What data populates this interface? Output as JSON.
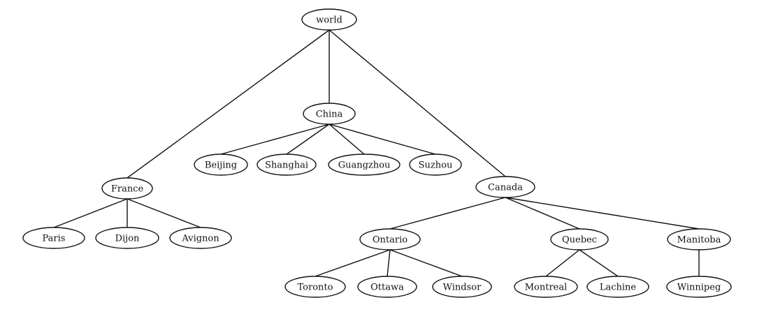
{
  "tree": {
    "nodes": [
      {
        "id": "world",
        "label": "world"
      },
      {
        "id": "china",
        "label": "China",
        "parent": "world"
      },
      {
        "id": "beijing",
        "label": "Beijing",
        "parent": "china"
      },
      {
        "id": "shanghai",
        "label": "Shanghai",
        "parent": "china"
      },
      {
        "id": "guangzhou",
        "label": "Guangzhou",
        "parent": "china"
      },
      {
        "id": "suzhou",
        "label": "Suzhou",
        "parent": "china"
      },
      {
        "id": "france",
        "label": "France",
        "parent": "world"
      },
      {
        "id": "paris",
        "label": "Paris",
        "parent": "france"
      },
      {
        "id": "dijon",
        "label": "Dijon",
        "parent": "france"
      },
      {
        "id": "avignon",
        "label": "Avignon",
        "parent": "france"
      },
      {
        "id": "canada",
        "label": "Canada",
        "parent": "world"
      },
      {
        "id": "ontario",
        "label": "Ontario",
        "parent": "canada"
      },
      {
        "id": "quebec",
        "label": "Quebec",
        "parent": "canada"
      },
      {
        "id": "manitoba",
        "label": "Manitoba",
        "parent": "canada"
      },
      {
        "id": "toronto",
        "label": "Toronto",
        "parent": "ontario"
      },
      {
        "id": "ottawa",
        "label": "Ottawa",
        "parent": "ontario"
      },
      {
        "id": "windsor",
        "label": "Windsor",
        "parent": "ontario"
      },
      {
        "id": "montreal",
        "label": "Montreal",
        "parent": "quebec"
      },
      {
        "id": "lachine",
        "label": "Lachine",
        "parent": "quebec"
      },
      {
        "id": "winnipeg",
        "label": "Winnipeg",
        "parent": "manitoba"
      }
    ]
  },
  "colors": {
    "stroke": "#111111",
    "fill": "#ffffff"
  }
}
